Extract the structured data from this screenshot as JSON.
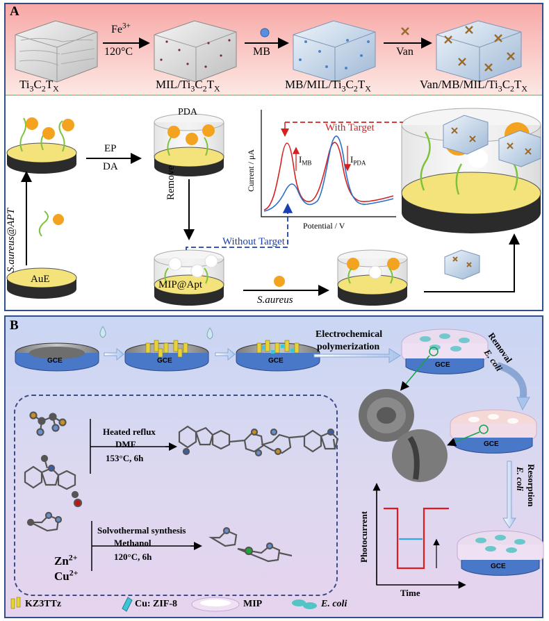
{
  "panel_a": {
    "label": "A",
    "materials": [
      {
        "main": "Ti",
        "parts": [
          [
            "Ti",
            "3"
          ],
          [
            "C",
            "2"
          ],
          [
            "T",
            "X"
          ]
        ]
      },
      {
        "prefix": "MIL/",
        "parts": [
          [
            "Ti",
            "3"
          ],
          [
            "C",
            "2"
          ],
          [
            "T",
            "X"
          ]
        ]
      },
      {
        "prefix": "MB/MIL/",
        "parts": [
          [
            "Ti",
            "3"
          ],
          [
            "C",
            "2"
          ],
          [
            "T",
            "X"
          ]
        ]
      },
      {
        "prefix": "Van/MB/MIL/",
        "parts": [
          [
            "Ti",
            "3"
          ],
          [
            "C",
            "2"
          ],
          [
            "T",
            "X"
          ]
        ]
      }
    ],
    "arrow1_top": "Fe",
    "arrow1_top_sup": "3+",
    "arrow1_bottom": "120°C",
    "arrow2_label": "MB",
    "arrow3_label": "Van",
    "pda": "PDA",
    "ep": "EP",
    "da": "DA",
    "remove": "Remove",
    "aptamer_label": "S.aureus@APT",
    "aue": "AuE",
    "mip_apt": "MIP@Apt",
    "saureus": "S.aureus",
    "with_target": "With Target",
    "without_target": "Without Target",
    "ylabel": "Current / μA",
    "xlabel": "Potential / V",
    "i_mb": "I",
    "i_mb_sub": "MB",
    "i_pda": "I",
    "i_pda_sub": "PDA"
  },
  "panel_b": {
    "label": "B",
    "gce": "GCE",
    "electrochem": "Electrochemical",
    "polymerization": "polymerization",
    "removal": "Removal",
    "ecoli": "E. coli",
    "resorption": "Resorption",
    "heated_reflux": "Heated reflux",
    "dmf": "DMF",
    "cond1": "153°C, 6h",
    "solvo": "Solvothermal synthesis",
    "methanol": "Methanol",
    "cond2": "120°C, 6h",
    "zn": "Zn",
    "zn_sup": "2+",
    "cu": "Cu",
    "cu_sup": "2+",
    "photocurrent": "Photocurrent",
    "time": "Time",
    "legend": [
      "KZ3TTz",
      "Cu: ZIF-8",
      "MIP",
      "E. coli"
    ]
  },
  "colors": {
    "red": "#d42020",
    "blue": "#1a3fb0",
    "gold": "#f3a31f",
    "yellow": "#f4e27a",
    "dark": "#2b2b2b",
    "green": "#7cc33b"
  }
}
